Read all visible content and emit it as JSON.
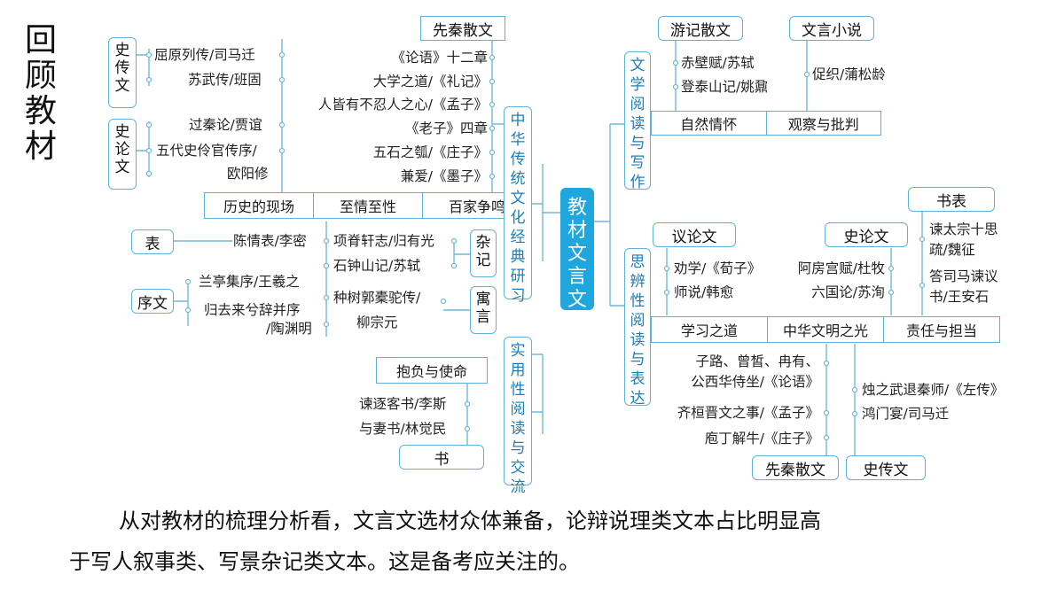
{
  "title": "回顾教材",
  "center": "教材文言文",
  "categories": {
    "zhonghua": "中华传统文化经典研习",
    "shiyong": "实用性阅读与交流",
    "wenxue": "文学阅读与写作",
    "sibian": "思辨性阅读与表达"
  },
  "boxes": {
    "xianqin_top": "先秦散文",
    "shizhuanwen": "史传文",
    "shilunwen": "史论文",
    "biao": "表",
    "xuwen": "序文",
    "zaji": "杂记",
    "yuyan": "寓言",
    "shu_left": "书",
    "youji": "游记散文",
    "wenyan_xiaoshuo": "文言小说",
    "yilunwen": "议论文",
    "shilunwen_right": "史论文",
    "shubiao": "书表",
    "xianqin_bottom": "先秦散文",
    "shizhuanwen_bottom": "史传文"
  },
  "bars": {
    "left": [
      "历史的现场",
      "至情至性",
      "百家争鸣"
    ],
    "shiyong": [
      "抱负与使命"
    ],
    "wenxue": [
      "自然情怀",
      "观察与批判"
    ],
    "sibian": [
      "学习之道",
      "中华文明之光",
      "责任与担当"
    ]
  },
  "texts": {
    "shizhuan": [
      "屈原列传/司马迁",
      "苏武传/班固"
    ],
    "shilun": [
      "过秦论/贾谊",
      "五代史伶官传序/",
      "欧阳修"
    ],
    "xianqin": [
      "《论语》十二章",
      "大学之道/《礼记》",
      "人皆有不忍人之心/《孟子》",
      "《老子》四章",
      "五石之瓠/《庄子》",
      "兼爱/《墨子》"
    ],
    "biao": "陈情表/李密",
    "xuwen": [
      "兰亭集序/王羲之",
      "归去来兮辞并序",
      "/陶渊明"
    ],
    "zaji": [
      "项脊轩志/归有光",
      "石钟山记/苏轼"
    ],
    "yuyan": [
      "种树郭橐驼传/",
      "柳宗元"
    ],
    "shu": [
      "谏逐客书/李斯",
      "与妻书/林觉民"
    ],
    "youji": [
      "赤壁赋/苏轼",
      "登泰山记/姚鼐"
    ],
    "xiaoshuo": "促织/蒲松龄",
    "yilun": [
      "劝学/《荀子》",
      "师说/韩愈"
    ],
    "shilun_right": [
      "阿房宫赋/杜牧",
      "六国论/苏洵"
    ],
    "shubiao": [
      "谏太宗十思",
      "疏/魏征",
      "答司马谏议",
      "书/王安石"
    ],
    "xianqin_bottom": [
      "子路、曾皙、冉有、",
      "公西华侍坐/《论语》",
      "齐桓晋文之事/《孟子》",
      "庖丁解牛/《庄子》"
    ],
    "shizhuan_bottom": [
      "烛之武退秦师/《左传》",
      "鸿门宴/司马迁"
    ]
  },
  "summary": [
    "从对教材的梳理分析看，文言文选材众体兼备，论辩说理类文本占比明显高",
    "于写人叙事类、写景杂记类文本。这是备考应关注的。"
  ]
}
